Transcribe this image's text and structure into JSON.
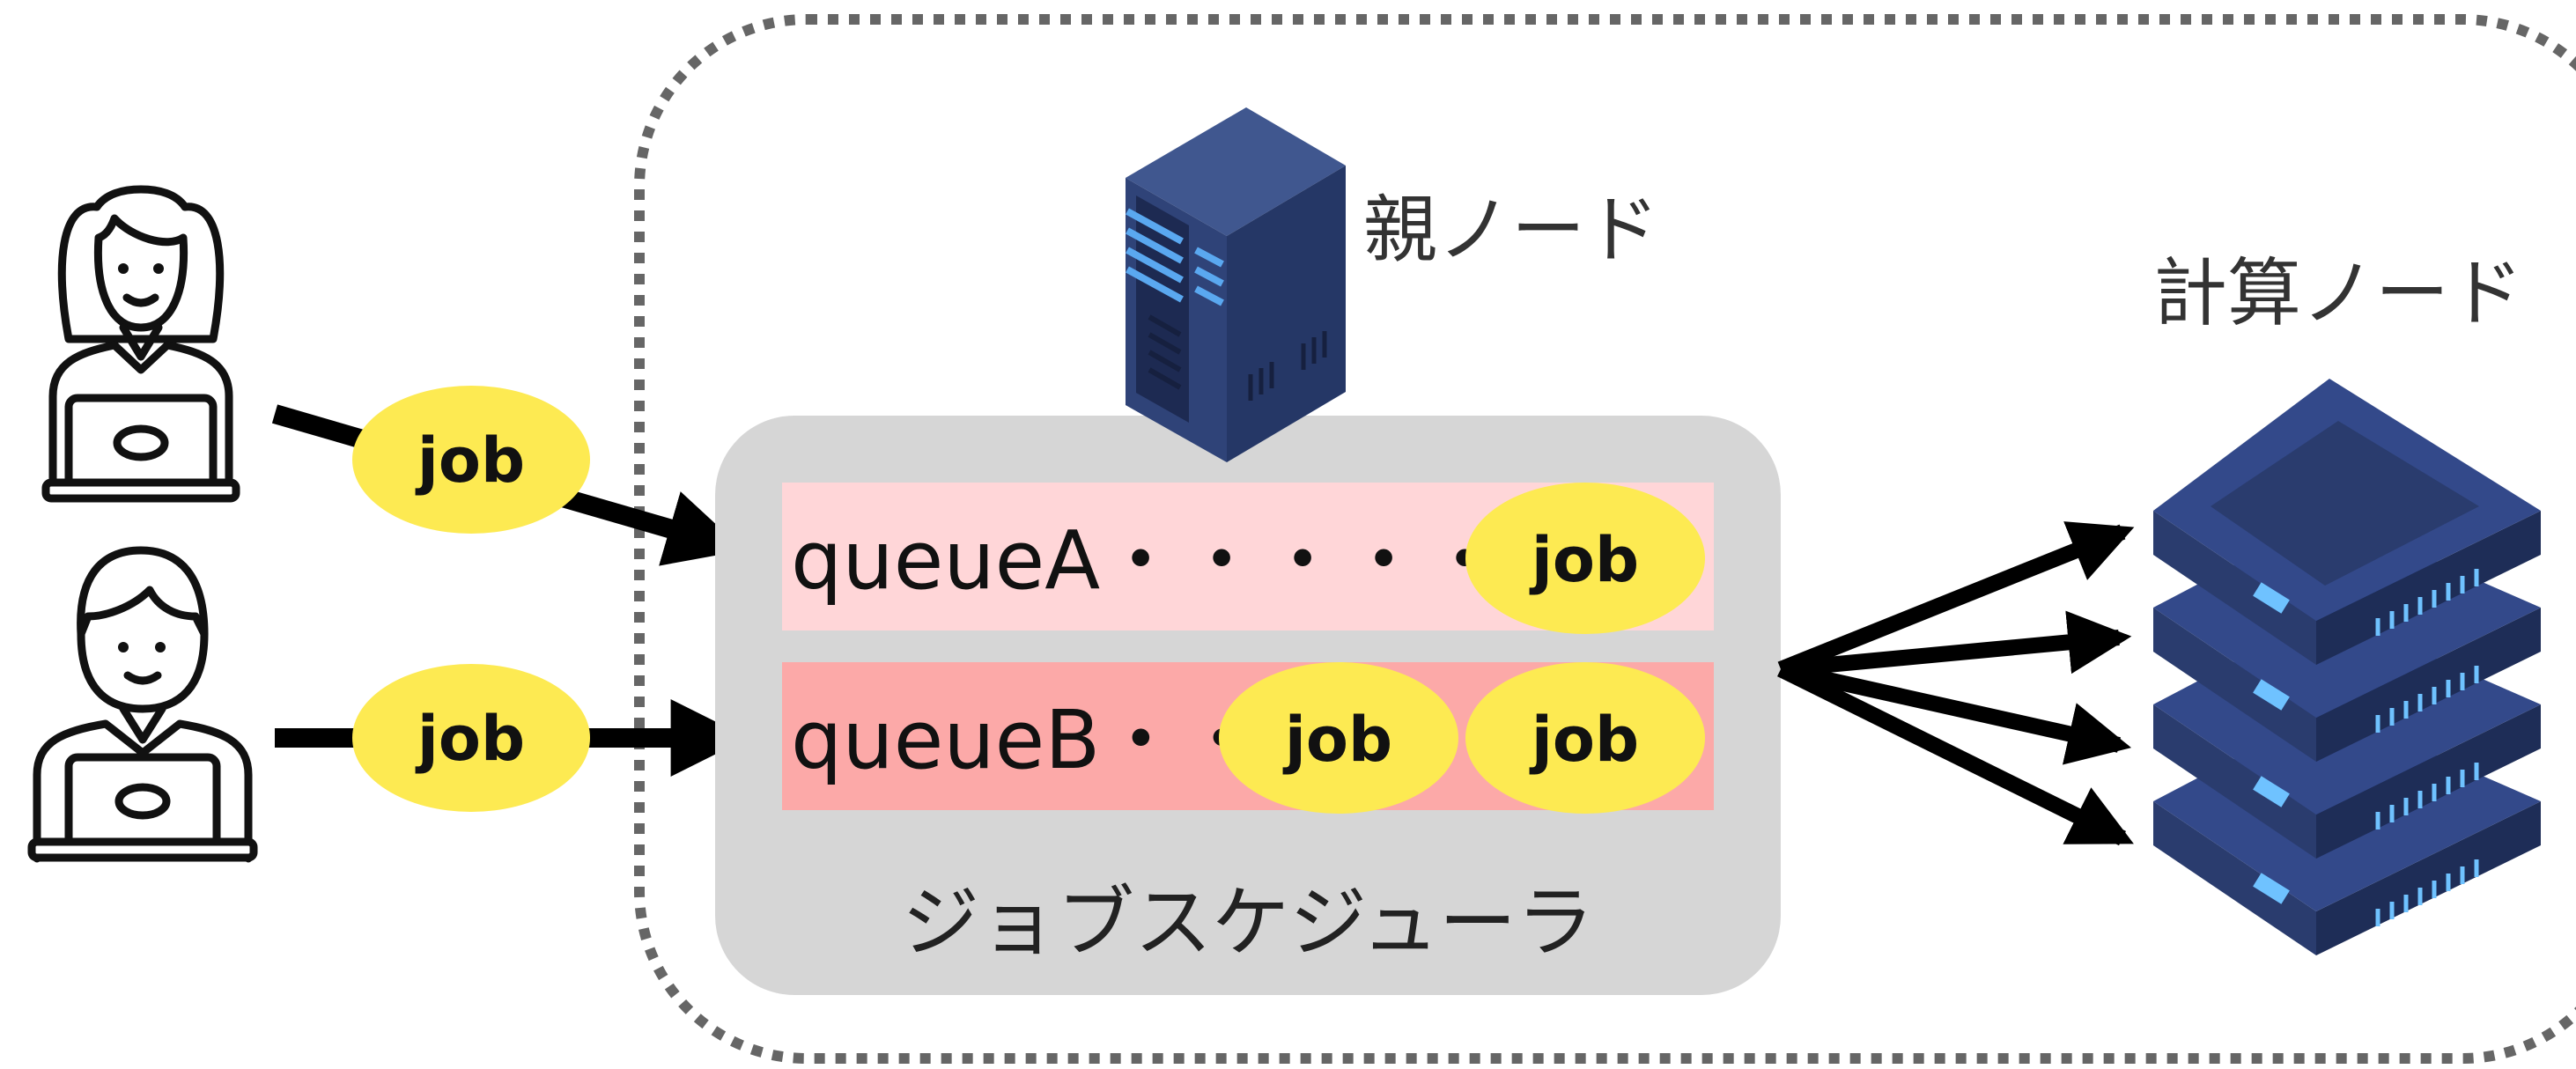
{
  "labels": {
    "parent_node": "親ノード",
    "compute_node": "計算ノード",
    "scheduler": "ジョブスケジューラ",
    "queue_a": "queueA・・・・・・",
    "queue_b": "queueB・・・",
    "job": "job"
  },
  "colors": {
    "job_fill": "#fdea52",
    "queue_a_fill": "#ffd6d8",
    "queue_b_fill": "#fca9a8",
    "scheduler_fill": "#d6d6d6",
    "server_dark": "#263766",
    "server_mid": "#33498a",
    "server_accent": "#5aa8f0",
    "arrow": "#000000",
    "boundary": "#666666"
  },
  "icons": {
    "users": [
      "user-female-laptop-icon",
      "user-male-laptop-icon"
    ],
    "parent_node": "tower-server-icon",
    "compute_node": "server-stack-icon"
  }
}
